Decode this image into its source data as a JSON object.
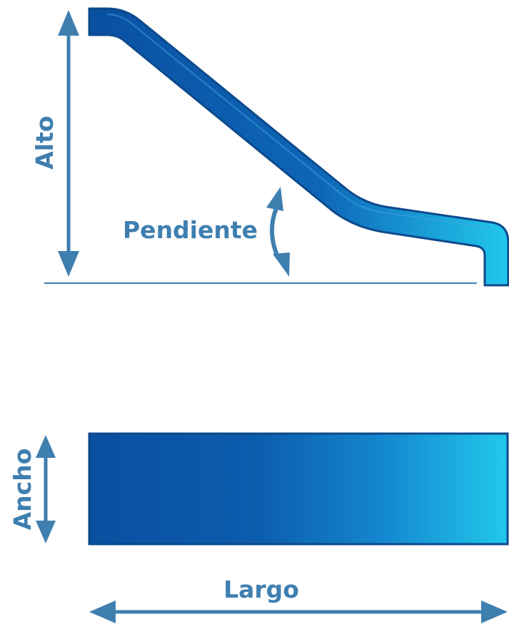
{
  "labels": {
    "height": "Alto",
    "slope": "Pendiente",
    "width": "Ancho",
    "length": "Largo"
  },
  "colors": {
    "dimension": "#3f7fb0",
    "slide_dark": "#0a4fa0",
    "slide_light": "#22c8ec",
    "outline": "#0d4a8c"
  }
}
